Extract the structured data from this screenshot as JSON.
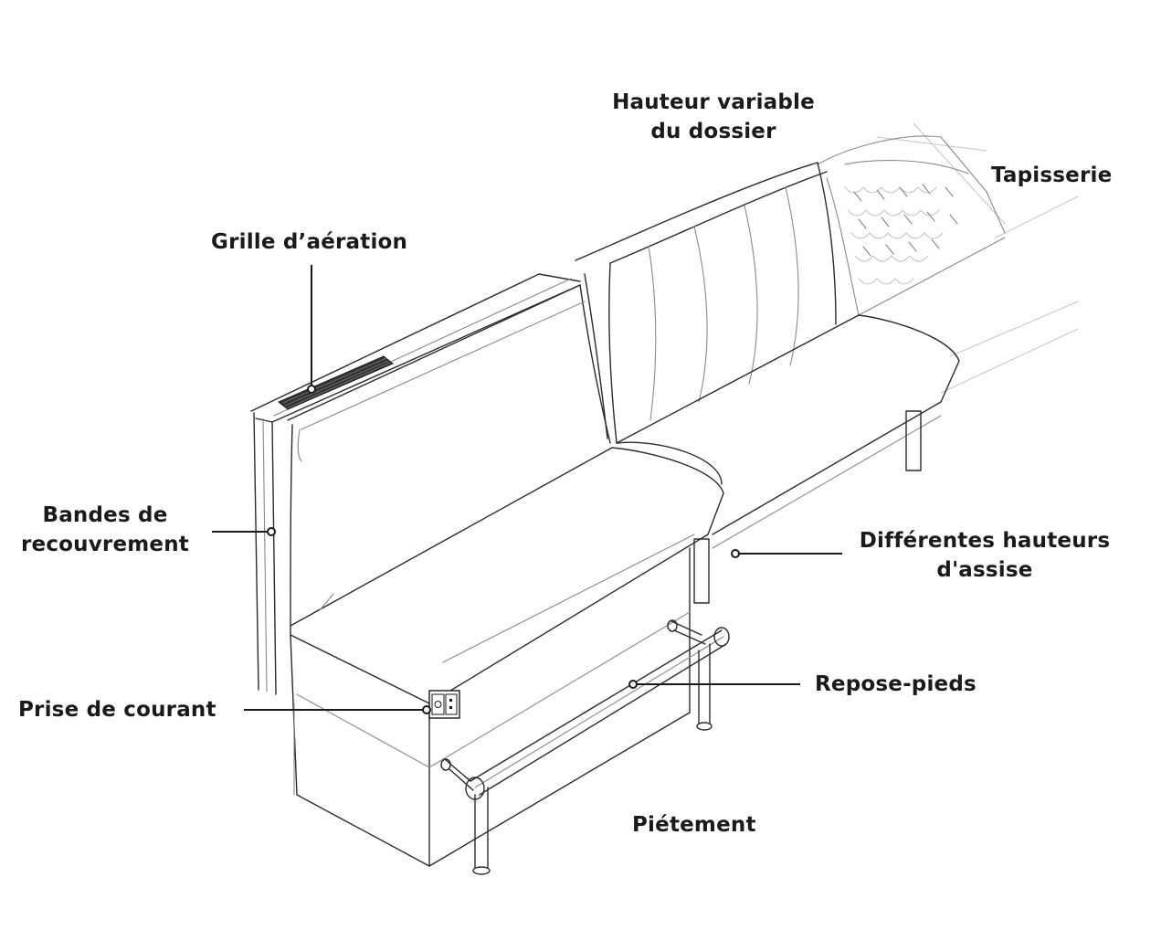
{
  "labels": {
    "hauteur_dossier": [
      "Hauteur variable",
      "du dossier"
    ],
    "tapisserie": "Tapisserie",
    "grille_aeration": "Grille d’aération",
    "bandes_recouvrement": [
      "Bandes de",
      "recouvrement"
    ],
    "hauteurs_assise": [
      "Différentes hauteurs",
      "d'assise"
    ],
    "repose_pieds": "Repose-pieds",
    "prise_courant": "Prise de courant",
    "pietement": "Piétement"
  },
  "colors": {
    "text": "#1a1a1a",
    "sketch": "#2b2b2b",
    "sketch_light": "#8a8a8a",
    "vent_grille": "#333333",
    "background": "#ffffff"
  }
}
